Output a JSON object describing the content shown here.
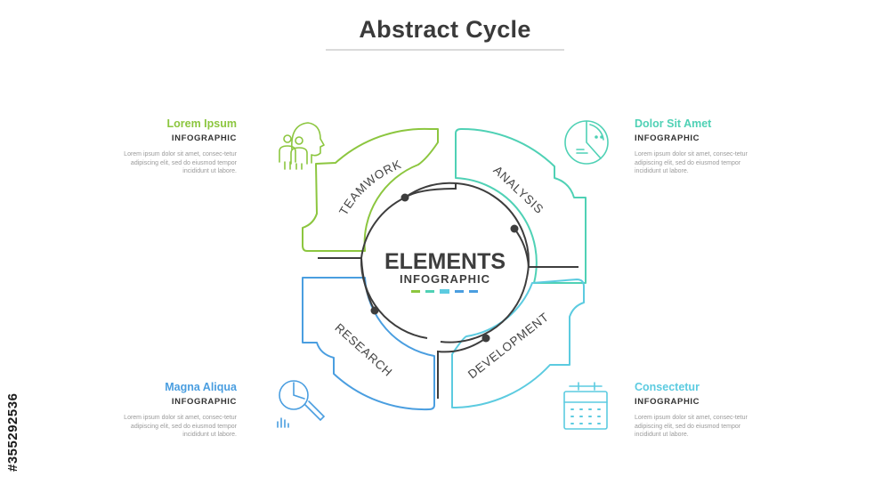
{
  "title": "Abstract Cycle",
  "center": {
    "title": "ELEMENTS",
    "subtitle": "INFOGRAPHIC"
  },
  "segments": [
    {
      "label": "TEAMWORK",
      "color": "#8cc63f"
    },
    {
      "label": "ANALYSIS",
      "color": "#4fd1b5"
    },
    {
      "label": "DEVELOPMENT",
      "color": "#5ccbe0"
    },
    {
      "label": "RESEARCH",
      "color": "#4a9ee0"
    }
  ],
  "dots": [
    "#8cc63f",
    "#4fd1b5",
    "#5ccbe0",
    "#4a9ee0"
  ],
  "blocks": {
    "top_left": {
      "heading": "Lorem Ipsum",
      "sub": "INFOGRAPHIC",
      "body": "Lorem ipsum dolor sit amet, consec-tetur adipiscing elit, sed do eiusmod tempor incididunt ut labore.",
      "color": "#8cc63f",
      "icon": "team-profile-icon"
    },
    "top_right": {
      "heading": "Dolor Sit Amet",
      "sub": "INFOGRAPHIC",
      "body": "Lorem ipsum dolor sit amet, consec-tetur adipiscing elit, sed do eiusmod tempor incididunt ut labore.",
      "color": "#4fd1b5",
      "icon": "pie-chart-icon"
    },
    "bottom_left": {
      "heading": "Magna Aliqua",
      "sub": "INFOGRAPHIC",
      "body": "Lorem ipsum dolor sit amet, consec-tetur adipiscing elit, sed do eiusmod tempor incididunt ut labore.",
      "color": "#4a9ee0",
      "icon": "magnifier-chart-icon"
    },
    "bottom_right": {
      "heading": "Consectetur",
      "sub": "INFOGRAPHIC",
      "body": "Lorem ipsum dolor sit amet, consec-tetur adipiscing elit, sed do eiusmod tempor incididunt ut labore.",
      "color": "#5ccbe0",
      "icon": "calendar-planner-icon"
    }
  },
  "stock_id": "#355292536"
}
